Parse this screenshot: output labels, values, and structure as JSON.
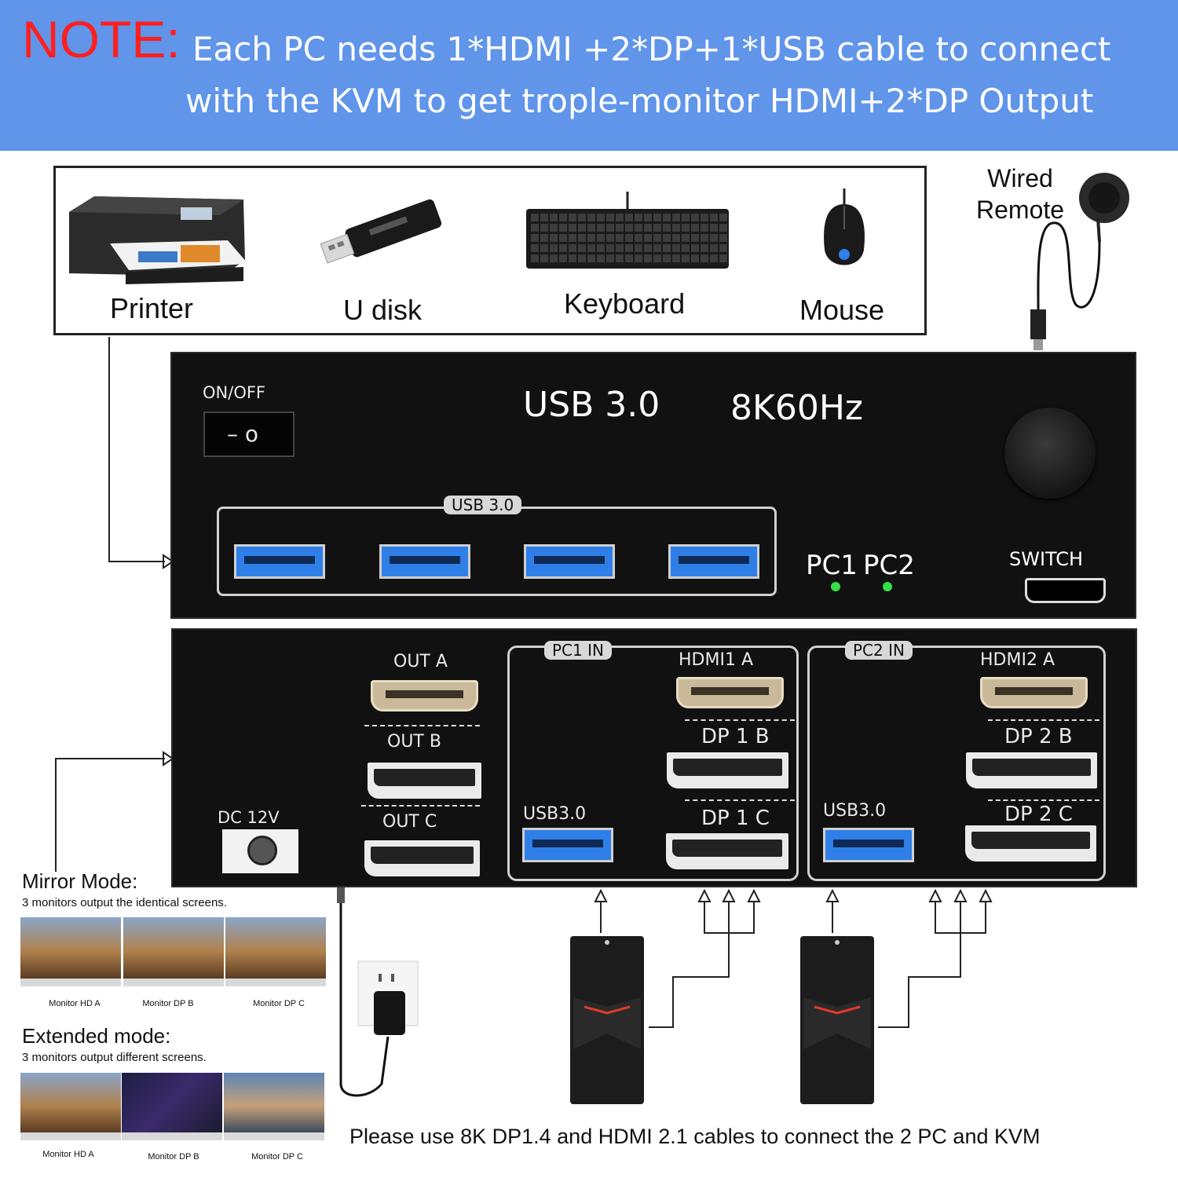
{
  "banner": {
    "note_label": "NOTE:",
    "line1": "Each PC needs 1*HDMI +2*DP+1*USB cable to connect",
    "line2": "with the KVM to get trople-monitor HDMI+2*DP Output",
    "background": "#6095ea",
    "note_color": "#ff1f1f"
  },
  "peripherals": {
    "items": [
      {
        "label": "Printer",
        "icon": "printer-icon"
      },
      {
        "label": "U disk",
        "icon": "usb-drive-icon"
      },
      {
        "label": "Keyboard",
        "icon": "keyboard-icon"
      },
      {
        "label": "Mouse",
        "icon": "mouse-icon"
      }
    ],
    "remote_line1": "Wired",
    "remote_line2": "Remote"
  },
  "front_panel": {
    "power_label": "ON/OFF",
    "power_switch_symbols": "– o",
    "spec_usb": "USB 3.0",
    "spec_res": "8K60Hz",
    "usb_group_label": "USB 3.0",
    "pc1_label": "PC1",
    "pc2_label": "PC2",
    "switch_label": "SWITCH",
    "led_color": "#35e046",
    "usb_port_color": "#2f7fe8"
  },
  "rear_panel": {
    "dc_label": "DC 12V",
    "out_a": "OUT A",
    "out_b": "OUT B",
    "out_c": "OUT C",
    "pc1_in": "PC1 IN",
    "pc2_in": "PC2 IN",
    "hdmi1a": "HDMI1 A",
    "hdmi2a": "HDMI2 A",
    "dp1b": "DP 1 B",
    "dp1c": "DP 1 C",
    "dp2b": "DP 2 B",
    "dp2c": "DP 2 C",
    "usb3_pc1": "USB3.0",
    "usb3_pc2": "USB3.0"
  },
  "mirror_mode": {
    "title": "Mirror Mode:",
    "desc": "3 monitors output the identical screens.",
    "monitors": [
      "Monitor HD A",
      "Monitor DP B",
      "Monitor DP C"
    ]
  },
  "extended_mode": {
    "title": "Extended mode:",
    "desc": "3 monitors output different screens.",
    "monitors": [
      "Monitor HD A",
      "Monitor DP B",
      "Monitor DP C"
    ]
  },
  "footer": "Please use 8K DP1.4 and HDMI 2.1 cables to connect the 2 PC and KVM"
}
